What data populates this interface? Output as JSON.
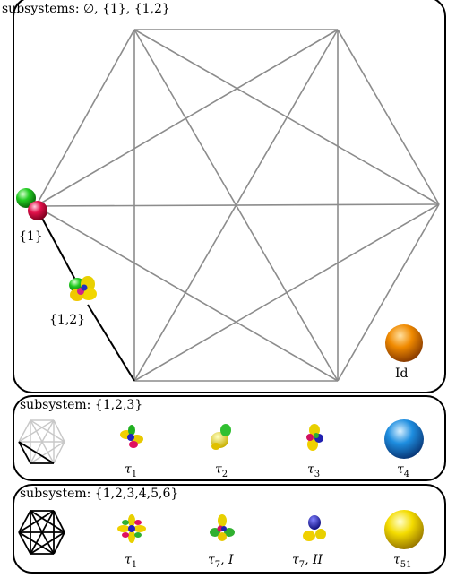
{
  "top_panel": {
    "title": "subsystems: ∅, {1}, {1,2}",
    "node_labels": {
      "n1": "{1}",
      "n12": "{1,2}",
      "id": "Id"
    }
  },
  "panel_123": {
    "title": "subsystem: {1,2,3}",
    "items": [
      {
        "label_sym": "τ",
        "label_sub": "1"
      },
      {
        "label_sym": "τ",
        "label_sub": "2"
      },
      {
        "label_sym": "τ",
        "label_sub": "3"
      },
      {
        "label_sym": "τ",
        "label_sub": "4"
      }
    ]
  },
  "panel_123456": {
    "title": "subsystem: {1,2,3,4,5,6}",
    "items": [
      {
        "label_sym": "τ",
        "label_sub": "1",
        "label_suffix": ""
      },
      {
        "label_sym": "τ",
        "label_sub": "7",
        "label_suffix": ", I"
      },
      {
        "label_sym": "τ",
        "label_sub": "7",
        "label_suffix": ", II"
      },
      {
        "label_sym": "τ",
        "label_sub": "51",
        "label_suffix": ""
      }
    ]
  },
  "colors": {
    "edge_grey": "#8c8c8c",
    "edge_light": "#c8c8c8",
    "orange": "#e07a00",
    "blue": "#1e8ee0",
    "yellow": "#f2d600"
  }
}
